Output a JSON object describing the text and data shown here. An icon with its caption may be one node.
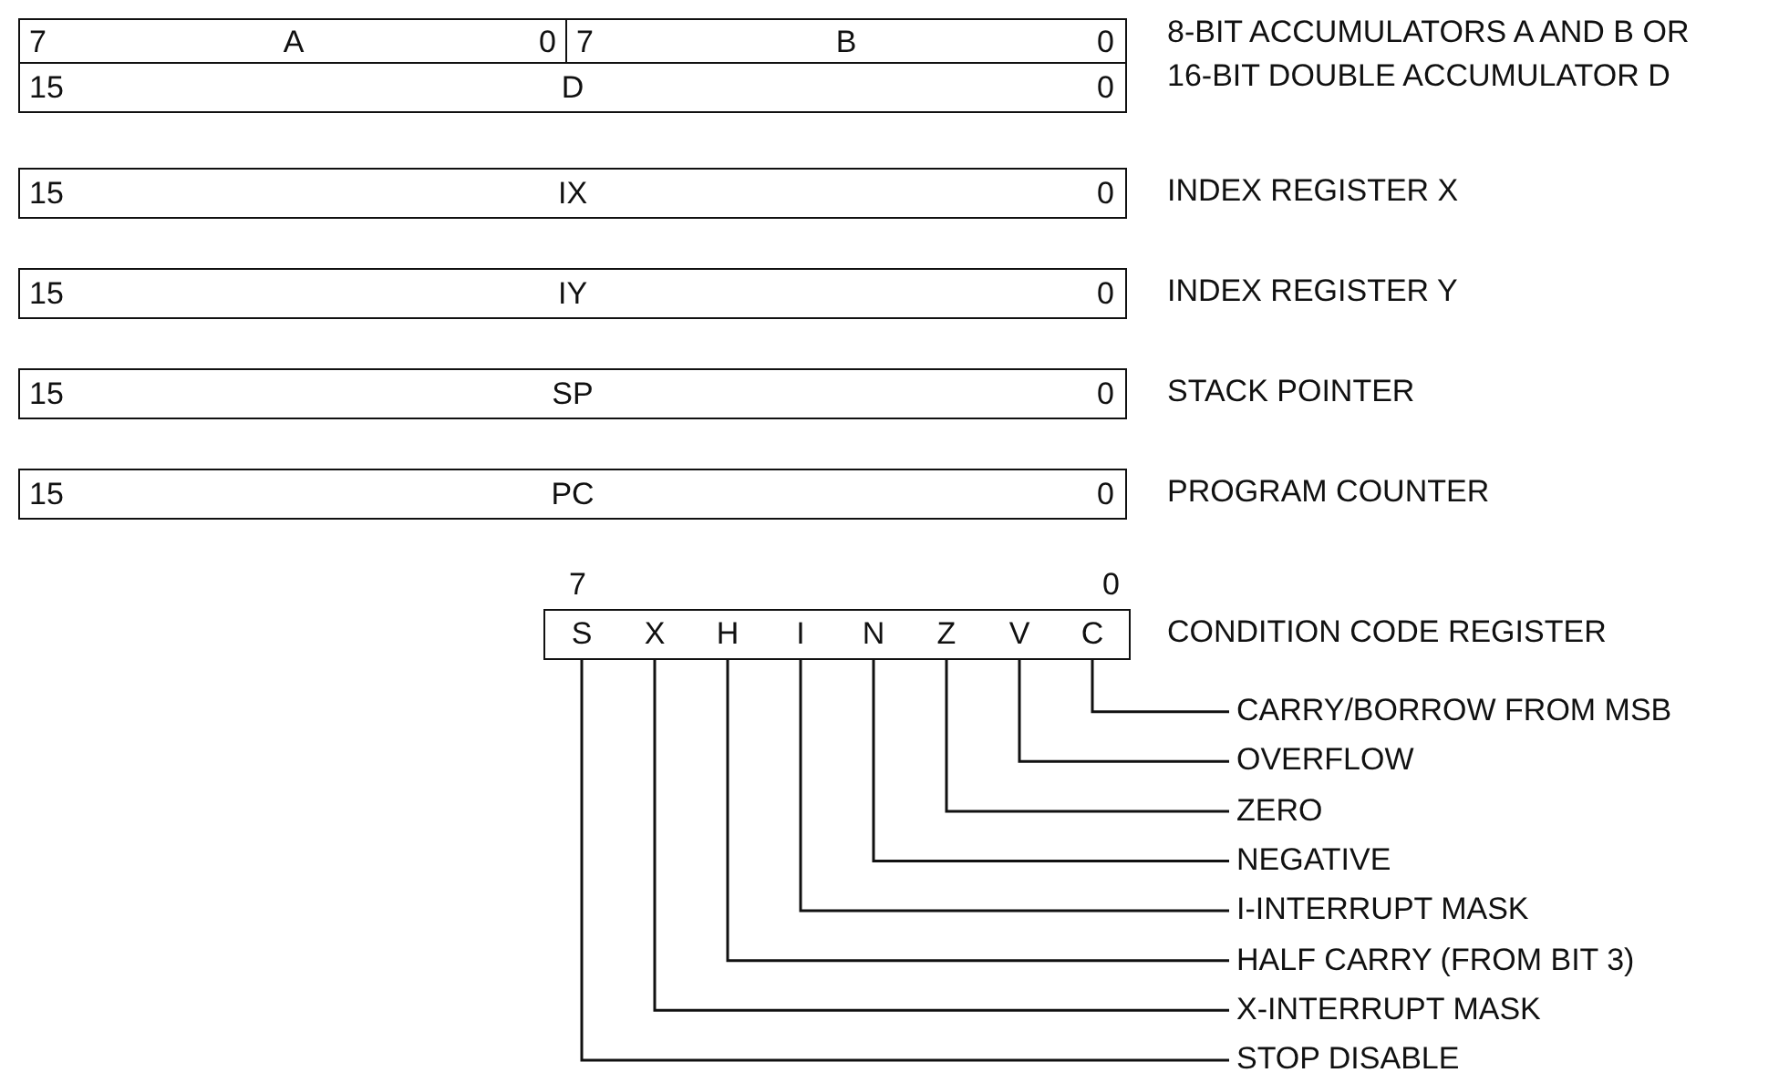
{
  "diagram": {
    "nodes": [
      {
        "text": [
          "7",
          "A",
          "0"
        ]
      },
      {
        "text": [
          "7",
          "B",
          "0"
        ]
      },
      {
        "text": [
          "15",
          "D",
          "0"
        ]
      },
      {
        "text": [
          "15",
          "IX",
          "0"
        ],
        "beside": [
          "INDEX REGISTER X"
        ]
      },
      {
        "text": [
          "15",
          "IY",
          "0"
        ],
        "beside": [
          "INDEX REGISTER Y"
        ]
      },
      {
        "text": [
          "15",
          "SP",
          "0"
        ],
        "beside": [
          "STACK POINTER"
        ]
      },
      {
        "text": [
          "15",
          "PC",
          "0"
        ],
        "beside": [
          "PROGRAM COUNTER"
        ]
      },
      {
        "text": [
          "7",
          "0"
        ],
        "beside": [
          "CONDITION CODE REGISTER"
        ]
      },
      {
        "text": [
          "S"
        ],
        "in": 7
      },
      {
        "text": [
          "X"
        ],
        "in": 7
      },
      {
        "text": [
          "H"
        ],
        "in": 7
      },
      {
        "text": [
          "I"
        ],
        "in": 7
      },
      {
        "text": [
          "N"
        ],
        "in": 7
      },
      {
        "text": [
          "Z"
        ],
        "in": 7
      },
      {
        "text": [
          "V"
        ],
        "in": 7
      },
      {
        "text": [
          "C"
        ],
        "in": 7
      },
      {
        "text": [
          "CARRY/BORROW FROM MSB"
        ]
      },
      {
        "text": [
          "OVERFLOW"
        ]
      },
      {
        "text": [
          "ZERO"
        ]
      },
      {
        "text": [
          "NEGATIVE"
        ]
      },
      {
        "text": [
          "I-INTERRUPT MASK"
        ]
      },
      {
        "text": [
          "HALF CARRY (FROM BIT 3)"
        ]
      },
      {
        "text": [
          "X-INTERRUPT MASK"
        ]
      },
      {
        "text": [
          "STOP DISABLE"
        ]
      }
    ],
    "edges": [
      {
        "from": 16,
        "to": 15,
        "arrow": "none"
      },
      {
        "from": 17,
        "to": 14,
        "arrow": "none"
      },
      {
        "from": 18,
        "to": 13,
        "arrow": "none"
      },
      {
        "from": 19,
        "to": 12,
        "arrow": "none"
      },
      {
        "from": 20,
        "to": 11,
        "arrow": "none"
      },
      {
        "from": 21,
        "to": 10,
        "arrow": "none"
      },
      {
        "from": 22,
        "to": 9,
        "arrow": "none"
      },
      {
        "from": 23,
        "to": 8,
        "arrow": "none"
      }
    ],
    "labels": [
      "8-BIT ACCUMULATORS A AND B OR 16-BIT DOUBLE ACCUMULATOR D"
    ]
  }
}
